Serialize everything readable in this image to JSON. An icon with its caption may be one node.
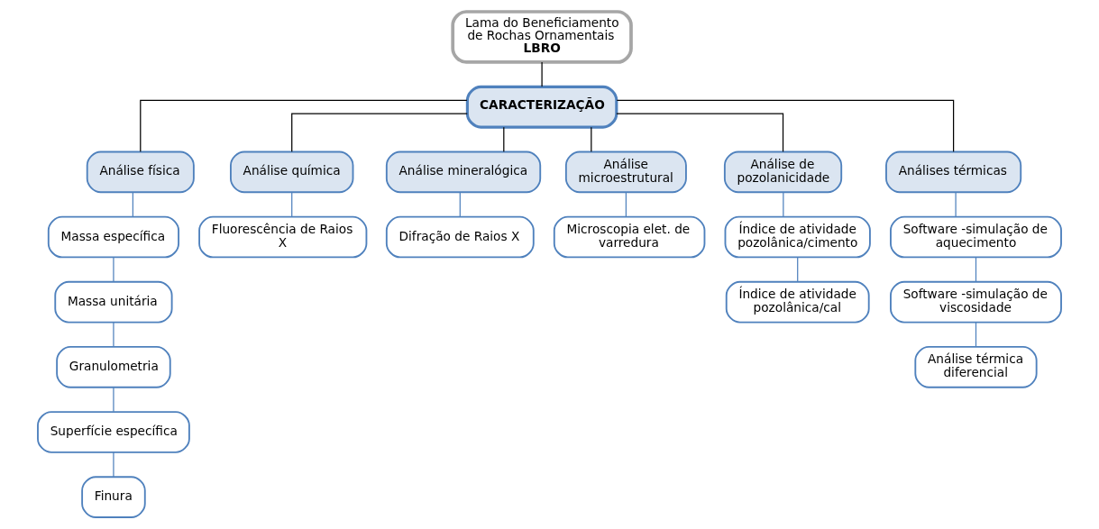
{
  "diagram": {
    "nodes": [
      {
        "text": [
          "Lama do Beneficiamento de Rochas Ornamentais",
          "LBRO"
        ]
      },
      {
        "text": [
          "CARACTERIZAÇÃO"
        ]
      },
      {
        "text": [
          "Análise física"
        ]
      },
      {
        "text": [
          "Análise química"
        ]
      },
      {
        "text": [
          "Análise mineralógica"
        ]
      },
      {
        "text": [
          "Análise microestrutural"
        ]
      },
      {
        "text": [
          "Análise de pozolanicidade"
        ]
      },
      {
        "text": [
          "Análises térmicas"
        ]
      },
      {
        "text": [
          "Massa específica"
        ]
      },
      {
        "text": [
          "Massa unitária"
        ]
      },
      {
        "text": [
          "Granulometria"
        ]
      },
      {
        "text": [
          "Superfície específica"
        ]
      },
      {
        "text": [
          "Finura"
        ]
      },
      {
        "text": [
          "Fluorescência de Raios X"
        ]
      },
      {
        "text": [
          "Difração de Raios X"
        ]
      },
      {
        "text": [
          "Microscopia elet. de varredura"
        ]
      },
      {
        "text": [
          "Índice de atividade pozolânica/cimento"
        ]
      },
      {
        "text": [
          "Índice de atividade pozolânica/cal"
        ]
      },
      {
        "text": [
          "Software -simulação de aquecimento"
        ]
      },
      {
        "text": [
          "Software -simulação de viscosidade"
        ]
      },
      {
        "text": [
          "Análise térmica diferencial"
        ]
      }
    ],
    "edges": [
      {
        "from": 0,
        "to": 1,
        "arrow": "none",
        "color": "#000000"
      },
      {
        "from": 1,
        "to": 2,
        "arrow": "none",
        "color": "#000000"
      },
      {
        "from": 1,
        "to": 3,
        "arrow": "none",
        "color": "#000000"
      },
      {
        "from": 1,
        "to": 4,
        "arrow": "none",
        "color": "#000000"
      },
      {
        "from": 1,
        "to": 5,
        "arrow": "none",
        "color": "#000000"
      },
      {
        "from": 1,
        "to": 6,
        "arrow": "none",
        "color": "#000000"
      },
      {
        "from": 1,
        "to": 7,
        "arrow": "none",
        "color": "#000000"
      },
      {
        "from": 2,
        "to": 8,
        "arrow": "none"
      },
      {
        "from": 8,
        "to": 9,
        "arrow": "none"
      },
      {
        "from": 9,
        "to": 10,
        "arrow": "none"
      },
      {
        "from": 10,
        "to": 11,
        "arrow": "none"
      },
      {
        "from": 11,
        "to": 12,
        "arrow": "none"
      },
      {
        "from": 3,
        "to": 13,
        "arrow": "none"
      },
      {
        "from": 4,
        "to": 14,
        "arrow": "none"
      },
      {
        "from": 5,
        "to": 15,
        "arrow": "none"
      },
      {
        "from": 6,
        "to": 16,
        "arrow": "none"
      },
      {
        "from": 16,
        "to": 17,
        "arrow": "none"
      },
      {
        "from": 7,
        "to": 18,
        "arrow": "none"
      },
      {
        "from": 18,
        "to": 19,
        "arrow": "none"
      },
      {
        "from": 19,
        "to": 20,
        "arrow": "none"
      }
    ]
  }
}
